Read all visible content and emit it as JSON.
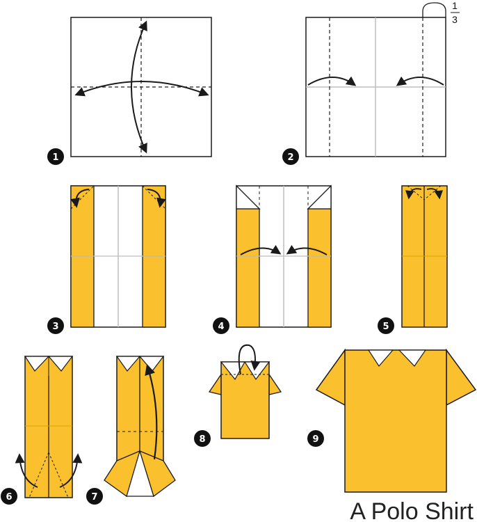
{
  "title": "A Polo Shirt",
  "fraction": {
    "numerator": "1",
    "denominator": "3"
  },
  "steps": [
    "1",
    "2",
    "3",
    "4",
    "5",
    "6",
    "7",
    "8",
    "9"
  ],
  "colors": {
    "paper_color": "#FBC02D",
    "paper_white": "#FFFFFF",
    "line": "#1a1a1a",
    "crease": "#bdbdbd",
    "badge": "#111111"
  }
}
